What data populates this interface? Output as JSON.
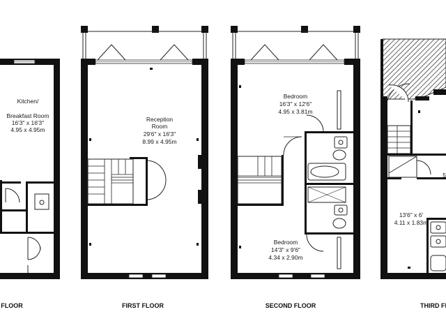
{
  "floors": {
    "ground": {
      "label": "FLOOR",
      "kitchen": {
        "name1": "Kitchen/",
        "name2": "Breakfast Room",
        "imperial": "16'3\" x 16'3\"",
        "metric": "4.95 x 4.95m"
      }
    },
    "first": {
      "label": "FIRST FLOOR",
      "reception": {
        "name1": "Reception",
        "name2": "Room",
        "imperial": "29'6\" x 16'3\"",
        "metric": "8.99 x 4.95m"
      }
    },
    "second": {
      "label": "SECOND FLOOR",
      "bedroom_top": {
        "name": "Bedroom",
        "imperial": "16'3\" x 12'6\"",
        "metric": "4.95 x 3.81m"
      },
      "bedroom_bottom": {
        "name": "Bedroom",
        "imperial": "14'3\" x 9'6\"",
        "metric": "4.34 x 2.90m"
      }
    },
    "third": {
      "label": "THIRD FL",
      "room": {
        "imperial": "13'6\" x 6'",
        "metric": "4.11 x 1.83m"
      },
      "partial_label": "5"
    }
  }
}
